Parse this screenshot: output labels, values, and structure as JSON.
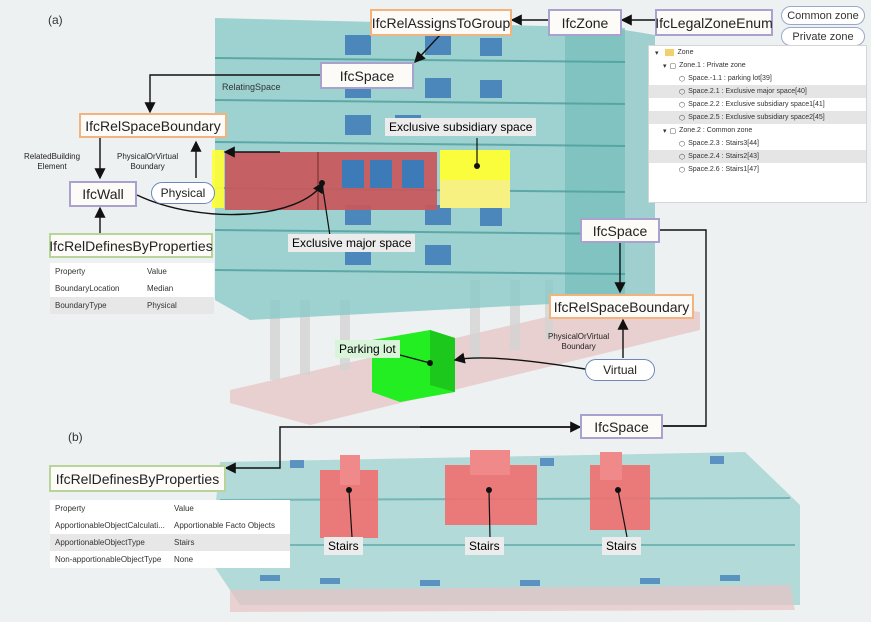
{
  "panels": {
    "a": "(a)",
    "b": "(b)"
  },
  "nodes": {
    "rel_assigns_to_group": "IfcRelAssignsToGroup",
    "zone": "IfcZone",
    "legal_zone_enum": "IfcLegalZoneEnum",
    "common_zone": "Common zone",
    "private_zone": "Private zone",
    "space_top": "IfcSpace",
    "rel_space_boundary_left": "IfcRelSpaceBoundary",
    "wall": "IfcWall",
    "physical": "Physical",
    "rel_defines_props_a": "IfcRelDefinesByProperties",
    "space_right": "IfcSpace",
    "rel_space_boundary_right": "IfcRelSpaceBoundary",
    "virtual": "Virtual",
    "space_b": "IfcSpace",
    "rel_defines_props_b": "IfcRelDefinesByProperties"
  },
  "edge_labels": {
    "relating_space": "RelatingSpace",
    "related_building_element_1": "RelatedBuilding",
    "related_building_element_2": "Element",
    "physical_or_virtual_1_l1": "PhysicalOrVirtual",
    "physical_or_virtual_1_l2": "Boundary",
    "physical_or_virtual_2_l1": "PhysicalOrVirtual",
    "physical_or_virtual_2_l2": "Boundary"
  },
  "space_labels": {
    "exclusive_subsidiary": "Exclusive subsidiary space",
    "exclusive_major": "Exclusive major space",
    "parking_lot": "Parking lot",
    "stairs_1": "Stairs",
    "stairs_2": "Stairs",
    "stairs_3": "Stairs"
  },
  "table_a": {
    "headers": [
      "Property",
      "Value"
    ],
    "rows": [
      [
        "BoundaryLocation",
        "Median"
      ],
      [
        "BoundaryType",
        "Physical"
      ]
    ]
  },
  "table_b": {
    "headers": [
      "Property",
      "Value"
    ],
    "rows": [
      [
        "ApportionableObjectCalculati...",
        "Apportionable Facto Objects"
      ],
      [
        "ApportionableObjectType",
        "Stairs"
      ],
      [
        "Non-apportionableObjectType",
        "None"
      ]
    ]
  },
  "tree": {
    "root": "Zone",
    "zone1": "Zone.1 : Private zone",
    "zone1_items": [
      "Space.-1.1 : parking lot[39]",
      "Space.2.1 : Exclusive major space[40]",
      "Space.2.2 : Exclusive subsidiary space1[41]",
      "Space.2.5 : Exclusive subsidiary space2[45]"
    ],
    "zone2": "Zone.2 : Common zone",
    "zone2_items": [
      "Space.2.3 : Stairs3[44]",
      "Space.2.4 : Stairs2[43]",
      "Space.2.6 : Stairs1[47]"
    ]
  },
  "colors": {
    "exclusive_major": "#c9575a",
    "exclusive_subsidiary": "#ffff33",
    "parking_lot": "#22ee22",
    "stairs": "#ef6f6f",
    "building_glass": "#7fc8c6"
  }
}
